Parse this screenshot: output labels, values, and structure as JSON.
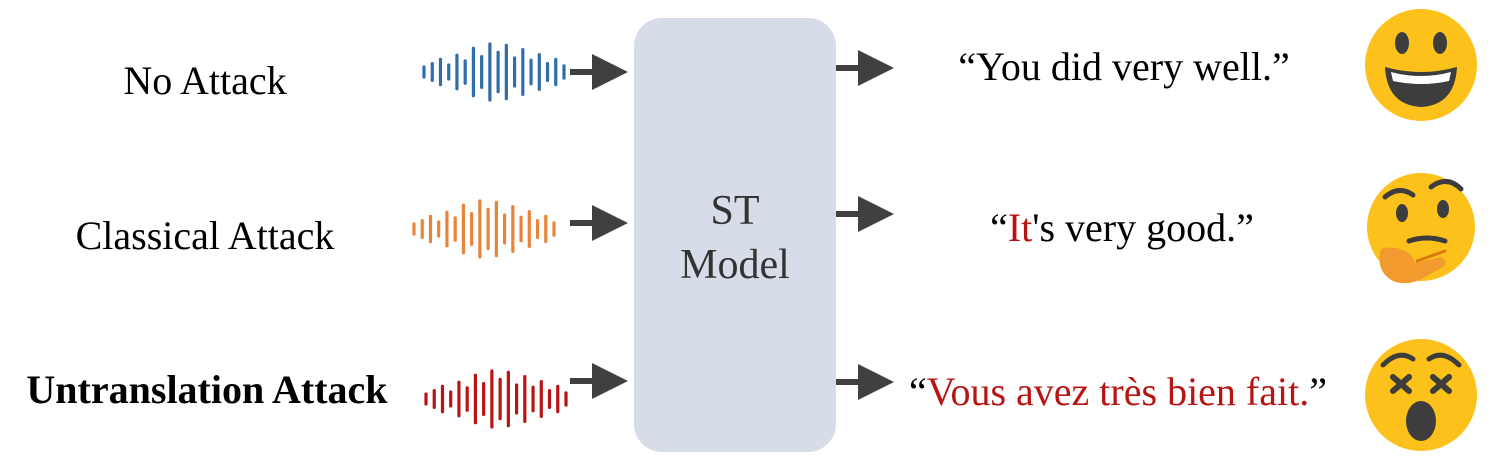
{
  "model": {
    "line1": "ST",
    "line2": "Model"
  },
  "rows": [
    {
      "label": "No Attack",
      "bold": false,
      "wave_color": "#2f6ea8",
      "output": {
        "open_quote": "“",
        "attacked": "",
        "rest": "You did very well.",
        "close_quote": "”"
      },
      "emoji": "grinning-face"
    },
    {
      "label": "Classical Attack",
      "bold": false,
      "wave_color": "#e7843a",
      "output": {
        "open_quote": "“",
        "attacked": "It",
        "rest": "'s very good.",
        "close_quote": "”"
      },
      "emoji": "thinking-face"
    },
    {
      "label": "Untranslation Attack",
      "bold": true,
      "wave_color": "#b81414",
      "output": {
        "open_quote": "“",
        "attacked": "Vous avez très bien fait.",
        "rest": "",
        "close_quote": "”"
      },
      "emoji": "astonished-face"
    }
  ],
  "colors": {
    "model_box": "#d6dde8",
    "arrow": "#404040",
    "text": "#000000",
    "attack_text": "#b81414",
    "emoji_yellow": "#fcc21b",
    "emoji_dark": "#3d3d3d",
    "hand": "#f29a2e"
  }
}
